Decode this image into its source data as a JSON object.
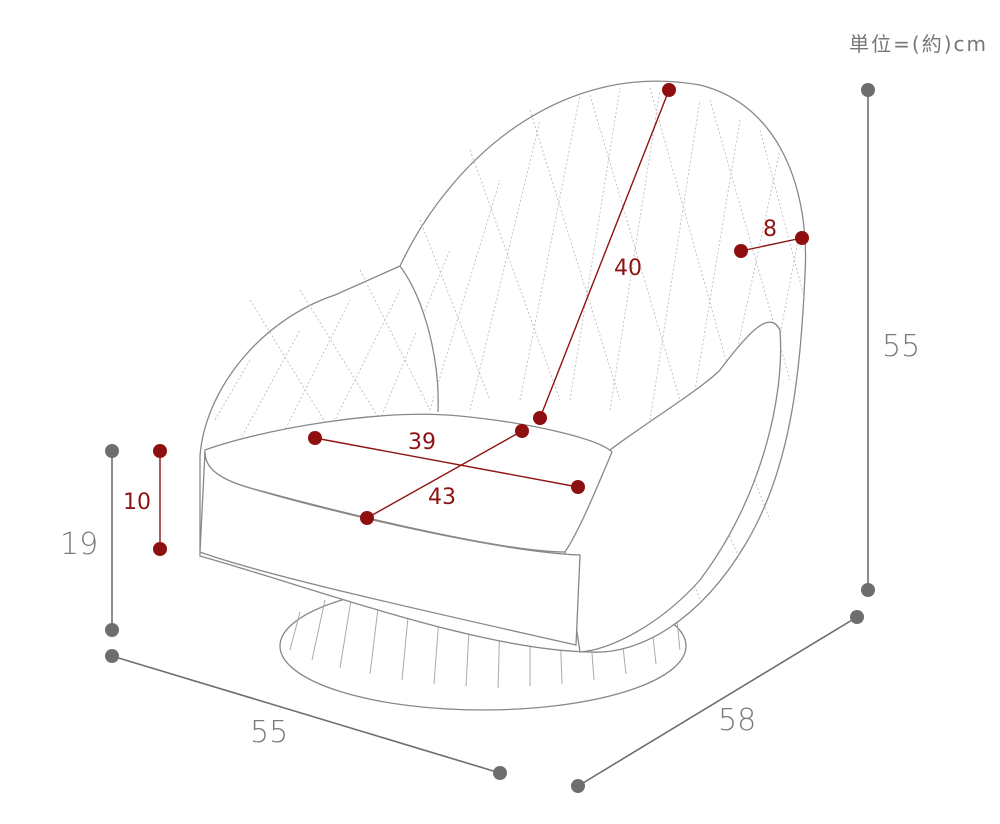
{
  "unit_note": "単位=(約)cm",
  "dimensions": {
    "overall_height": "55",
    "overall_width": "55",
    "overall_depth": "58",
    "seat_height": "19",
    "seat_cushion_thickness": "10",
    "backrest_height": "40",
    "seat_width": "39",
    "seat_depth": "43",
    "backrest_thickness": "8"
  },
  "colors": {
    "overall_measure": "#6e6e6e",
    "inner_measure": "#8e1414",
    "outline": "#888888"
  }
}
